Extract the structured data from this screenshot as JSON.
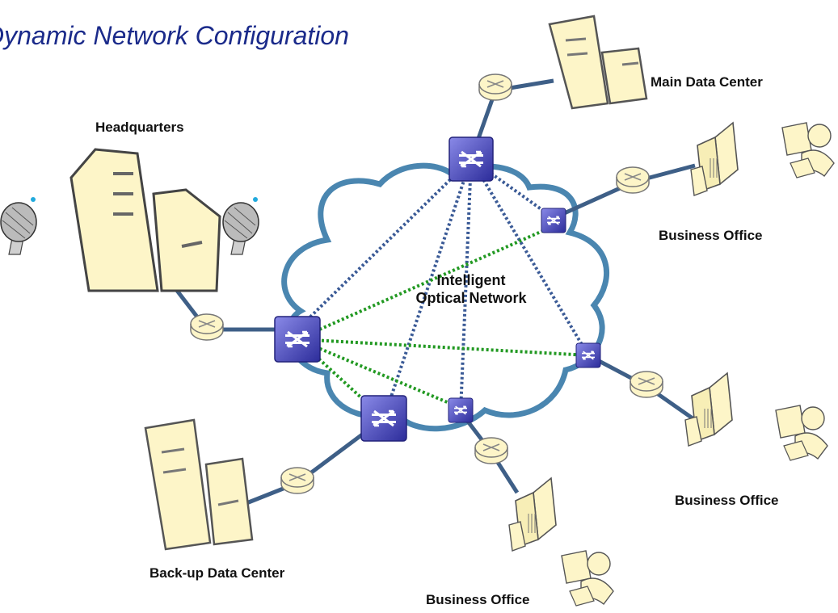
{
  "title": "Dynamic Network Configuration",
  "cloud": {
    "line1": "Intelligent",
    "line2": "Optical Network"
  },
  "sites": {
    "headquarters": "Headquarters",
    "main_data_center": "Main Data Center",
    "backup_data_center": "Back-up Data Center",
    "business_office_right_top": "Business Office",
    "business_office_right_bottom": "Business Office",
    "business_office_bottom": "Business Office"
  },
  "colors": {
    "title": "#1a2a8a",
    "cloud_fill": "#ffffff",
    "cloud_stroke": "#4a86b0",
    "link": "#3e5f87",
    "blue_dotted": "#3a5a96",
    "green_dotted": "#229922",
    "switch": "#4444bb",
    "equipment_fill": "#fdf5c8"
  }
}
